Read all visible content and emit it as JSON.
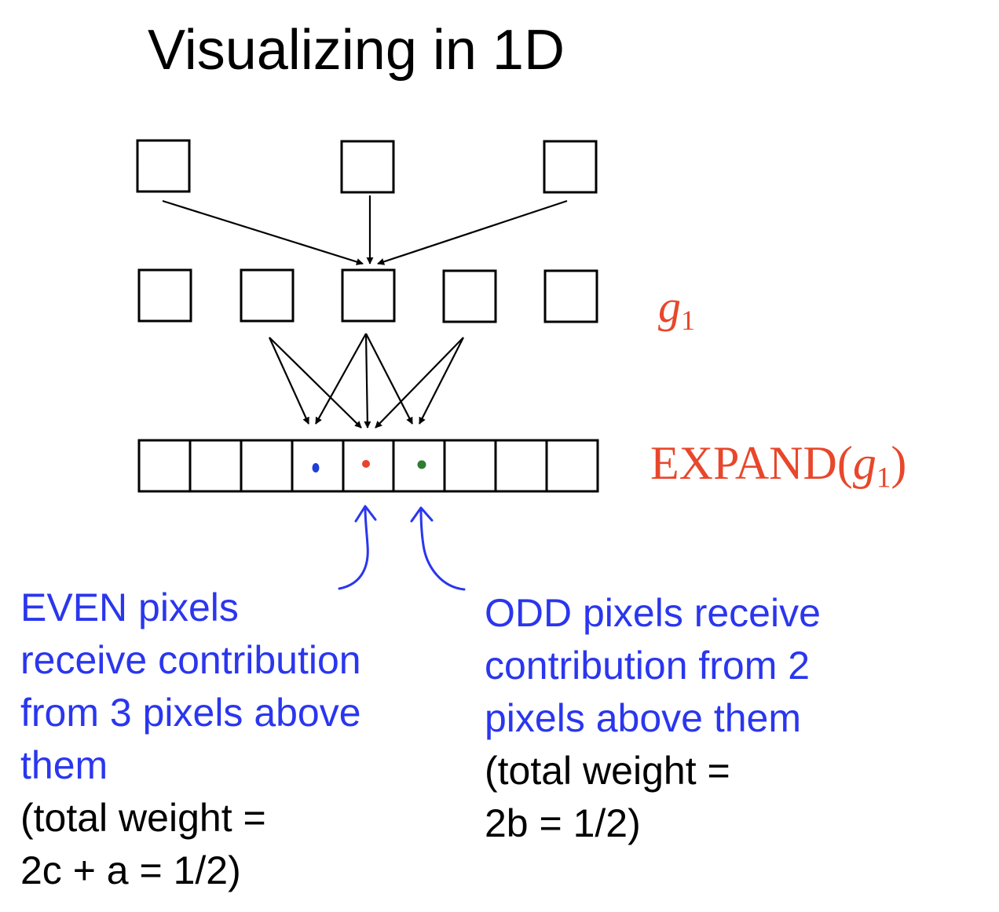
{
  "title": "Visualizing in 1D",
  "labels": {
    "g_symbol": "g",
    "g_subscript": "1",
    "expand_prefix": "EXPAND(",
    "expand_suffix": ")"
  },
  "notes": {
    "even": {
      "lines": [
        "EVEN pixels",
        "receive contribution",
        "from 3 pixels above",
        "them"
      ],
      "weight_lines": [
        "(total weight =",
        "2c + a = 1/2)"
      ]
    },
    "odd": {
      "lines": [
        "ODD pixels receive",
        "contribution from 2",
        "pixels above them"
      ],
      "weight_lines": [
        "(total weight =",
        "2b = 1/2)"
      ]
    }
  },
  "colors": {
    "label_red": "#e8472b",
    "note_blue": "#2a36ee",
    "dot_blue": "#1f3fd8",
    "dot_red": "#e8432b",
    "dot_green": "#2e7d32"
  }
}
